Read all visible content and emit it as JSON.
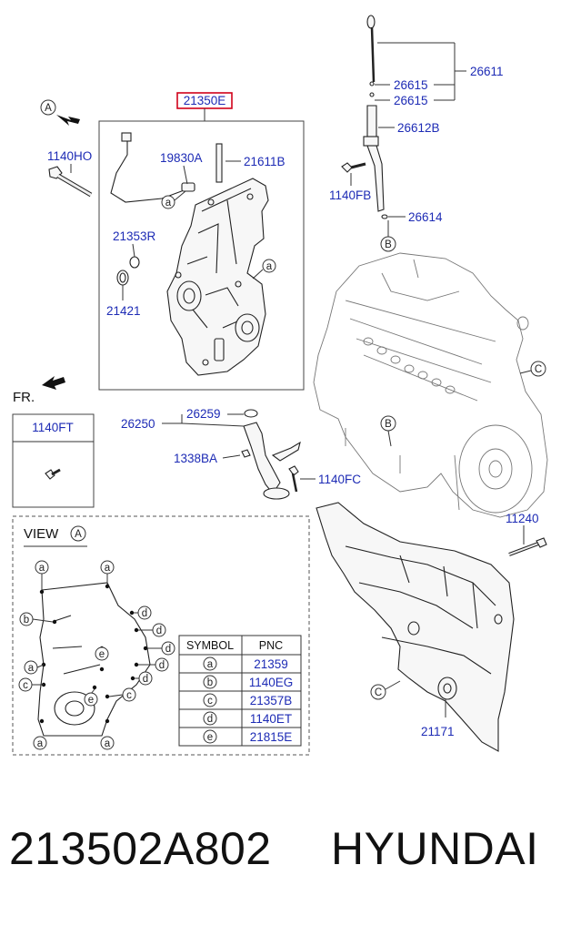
{
  "diagram": {
    "assembly_label": "21350E",
    "fr_label": "FR.",
    "view_label": "VIEW",
    "view_ref": "A",
    "view_arrow_ref": "A",
    "boxed_part": "1140FT",
    "parts": {
      "p1140HO": "1140HO",
      "p19830A": "19830A",
      "p21611B": "21611B",
      "p21353R": "21353R",
      "p21421": "21421",
      "p26611": "26611",
      "p26615a": "26615",
      "p26615b": "26615",
      "p26612B": "26612B",
      "p1140FB": "1140FB",
      "p26614": "26614",
      "p26259": "26259",
      "p26250": "26250",
      "p1338BA": "1338BA",
      "p1140FC": "1140FC",
      "p11240": "11240",
      "p21171": "21171"
    },
    "callouts": {
      "a": "a",
      "b": "b",
      "c": "c",
      "d": "d",
      "e": "e",
      "B": "B",
      "C": "C"
    },
    "symbol_table": {
      "headers": [
        "SYMBOL",
        "PNC"
      ],
      "rows": [
        {
          "symbol": "a",
          "pnc": "21359"
        },
        {
          "symbol": "b",
          "pnc": "1140EG"
        },
        {
          "symbol": "c",
          "pnc": "21357B"
        },
        {
          "symbol": "d",
          "pnc": "1140ET"
        },
        {
          "symbol": "e",
          "pnc": "21815E"
        }
      ]
    }
  },
  "footer": {
    "part_number": "213502A802",
    "brand": "HYUNDAI"
  },
  "colors": {
    "pnc_text": "#1d2bb5",
    "highlight_box": "#d0021b",
    "line": "#333333"
  }
}
